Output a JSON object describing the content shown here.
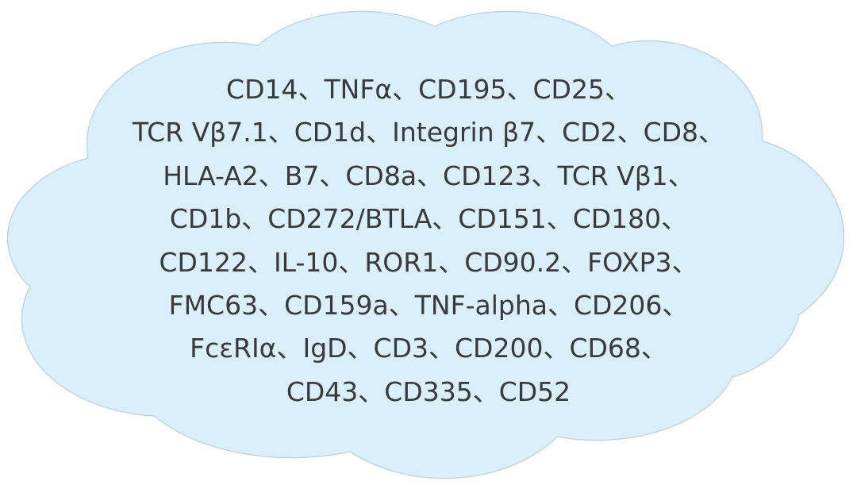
{
  "cloud": {
    "fill_color": "#d9f0fa",
    "stroke_color": "#b5cfdb",
    "text_color": "#3a3a3a",
    "lines": [
      "CD14、TNFα、CD195、CD25、",
      "TCR Vβ7.1、CD1d、Integrin β7、CD2、CD8、",
      "HLA-A2、B7、CD8a、CD123、TCR Vβ1、",
      "CD1b、CD272/BTLA、CD151、CD180、",
      "CD122、IL-10、ROR1、CD90.2、FOXP3、",
      "FMC63、CD159a、TNF-alpha、CD206、",
      "FcεRIα、IgD、CD3、CD200、CD68、",
      "CD43、CD335、CD52"
    ]
  }
}
